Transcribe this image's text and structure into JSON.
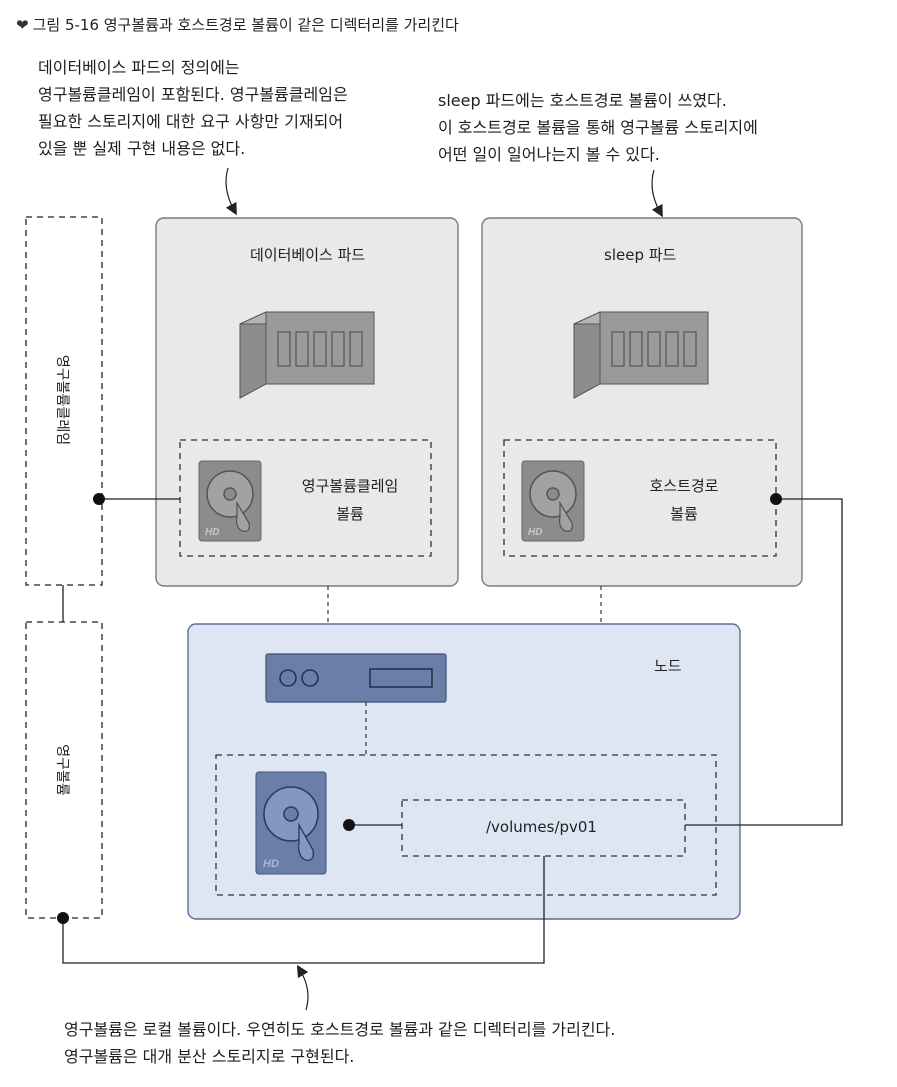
{
  "figure": {
    "caption": "그림 5-16 영구볼륨과 호스트경로 볼륨이 같은 디렉터리를 가리킨다",
    "caption_icon": "heart-icon"
  },
  "annotations": {
    "top_left": [
      "데이터베이스 파드의 정의에는",
      "영구볼륨클레임이 포함된다. 영구볼륨클레임은",
      "필요한 스토리지에 대한 요구 사항만 기재되어",
      "있을 뿐 실제 구현 내용은 없다."
    ],
    "top_right": [
      "sleep 파드에는 호스트경로 볼륨이 쓰였다.",
      "이 호스트경로 볼륨을 통해 영구볼륨 스토리지에",
      "어떤 일이 일어나는지 볼 수 있다."
    ],
    "bottom": [
      "영구볼륨은 로컬 볼륨이다. 우연히도 호스트경로 볼륨과 같은 디렉터리를 가리킨다.",
      "영구볼륨은 대개 분산 스토리지로 구현된다."
    ]
  },
  "side_boxes": {
    "pvc": "영구볼륨클레임",
    "pv": "영구볼륨"
  },
  "pods": {
    "database": {
      "title": "데이터베이스 파드",
      "volume_line1": "영구볼륨클레임",
      "volume_line2": "볼륨"
    },
    "sleep": {
      "title": "sleep 파드",
      "volume_line1": "호스트경로",
      "volume_line2": "볼륨"
    }
  },
  "node": {
    "title": "노드",
    "path": "/volumes/pv01"
  },
  "disk_label": "HD",
  "colors": {
    "pod_fill": "#e9e9e9",
    "pod_stroke": "#7a7a7a",
    "node_fill": "#dde6f2",
    "node_stroke": "#5b6e93",
    "disk_gray": "#8c8c8c",
    "disk_blue": "#6a7fa8",
    "line": "#222222"
  }
}
